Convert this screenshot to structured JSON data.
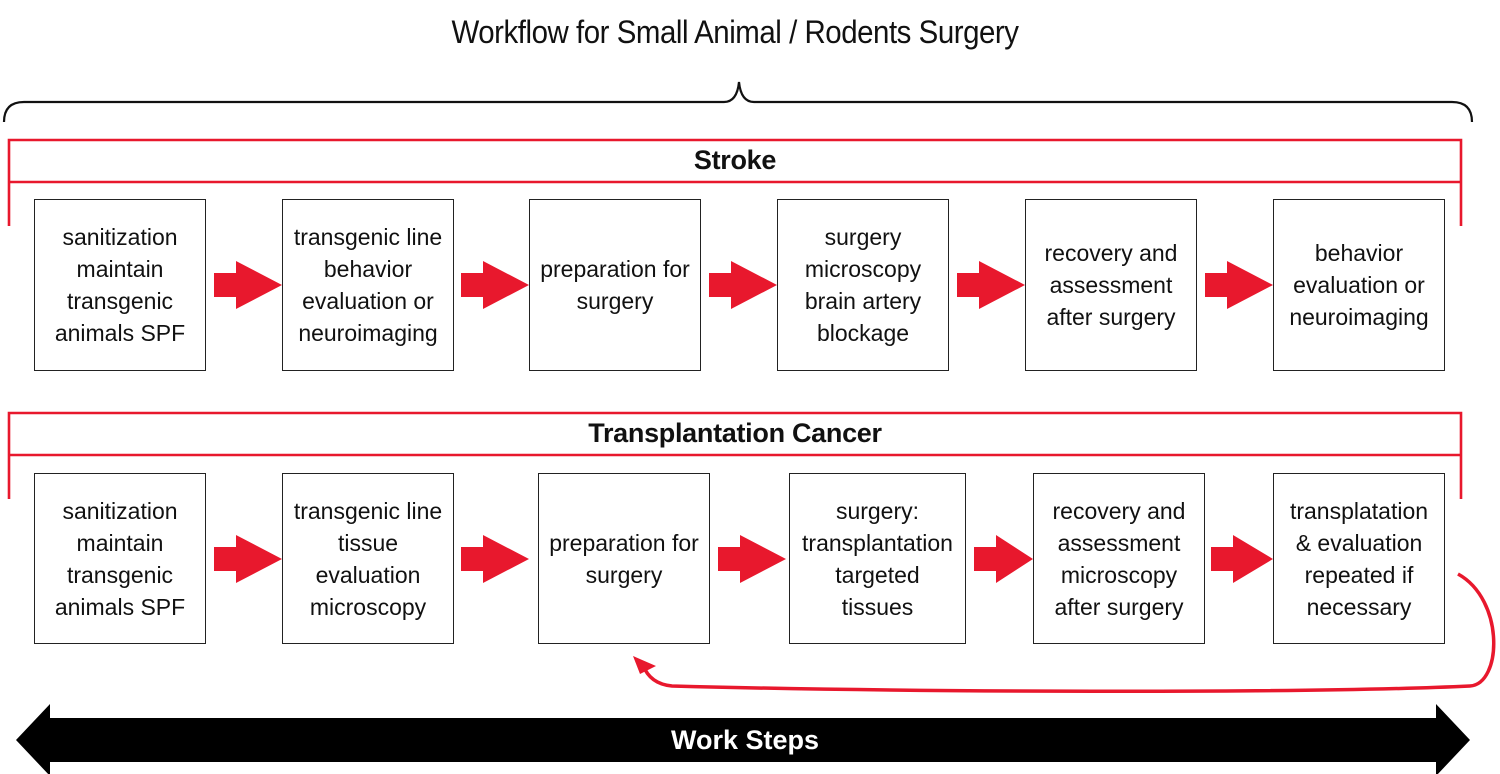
{
  "title": "Workflow for Small Animal / Rodents Surgery",
  "accent_color": "#e8182d",
  "rows": [
    {
      "label": "Stroke",
      "steps": [
        "sanitization\nmaintain\ntransgenic\nanimals SPF",
        "transgenic line\nbehavior\nevaluation or\nneuroimaging",
        "preparation for\nsurgery",
        "surgery\nmicroscopy\nbrain artery\nblockage",
        "recovery and\nassessment\nafter surgery",
        "behavior\nevaluation or\nneuroimaging"
      ]
    },
    {
      "label": "Transplantation Cancer",
      "steps": [
        "sanitization\nmaintain\ntransgenic\nanimals SPF",
        "transgenic line\ntissue\nevaluation\nmicroscopy",
        "preparation for\nsurgery",
        "surgery:\ntransplantation\ntargeted\ntissues",
        "recovery and\nassessment\nmicroscopy\nafter surgery",
        "transplatation\n& evaluation\nrepeated if\nnecessary"
      ]
    }
  ],
  "footer": "Work Steps"
}
